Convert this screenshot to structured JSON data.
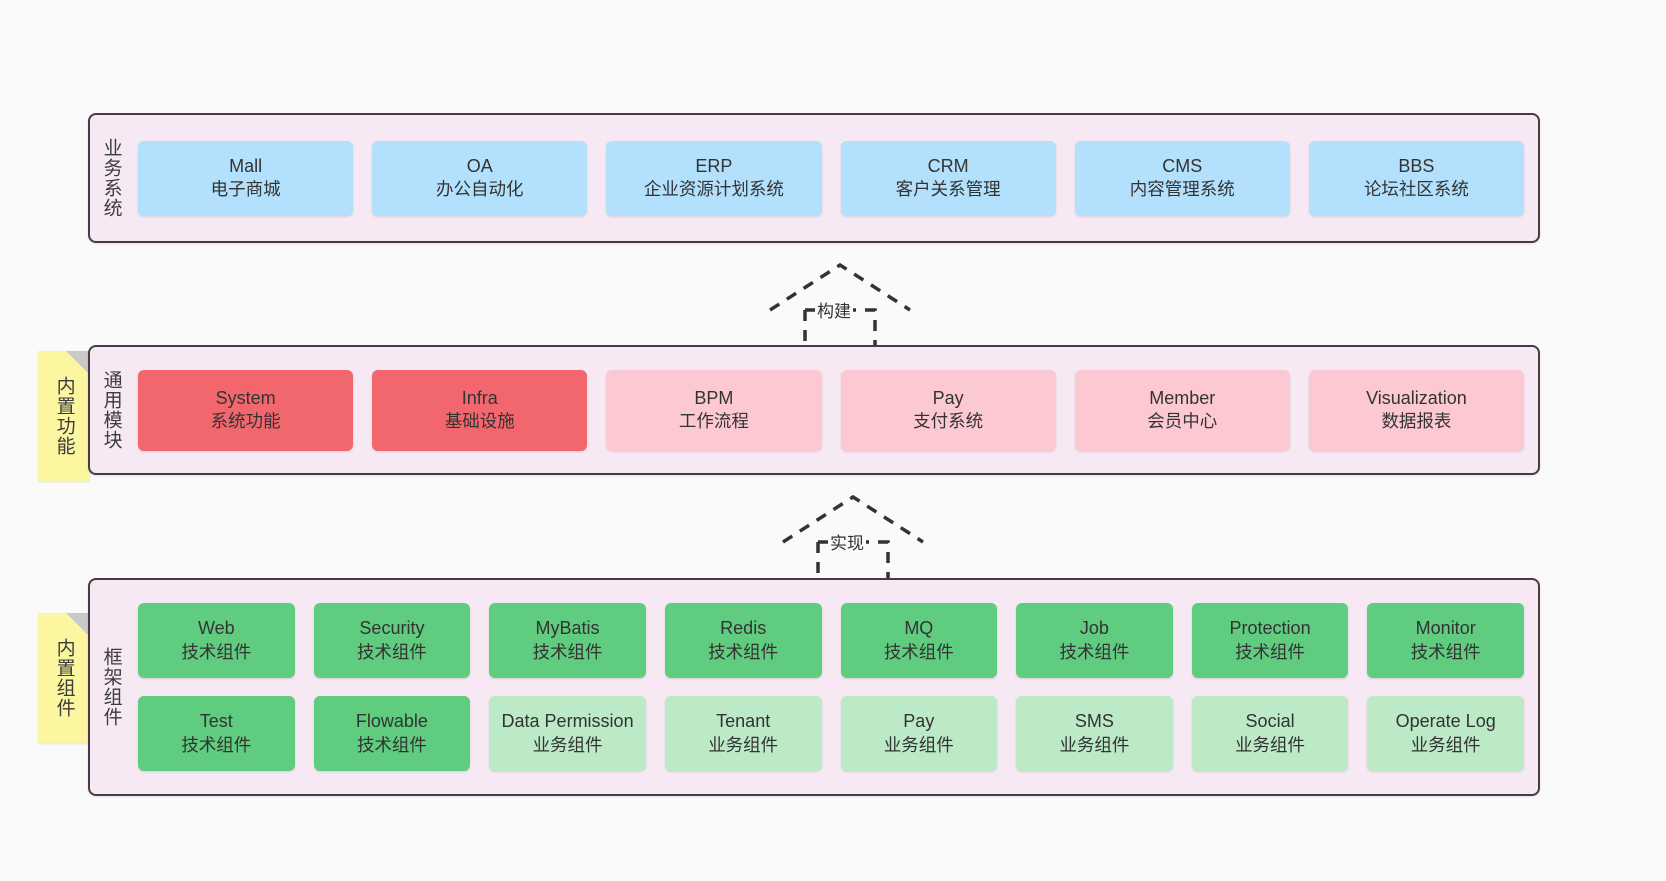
{
  "diagram": {
    "background": "#fafafa",
    "panel_bg": "#f7e9f3",
    "panel_border": "#4a3a45",
    "colors": {
      "business": "#b3e0fc",
      "module_core": "#f2676d",
      "module_ext": "#fcc9d2",
      "tech_component": "#5fcc7f",
      "biz_component": "#bce9c6",
      "note": "#fbf6a0",
      "note_fold": "#c9c9c9"
    }
  },
  "layers": {
    "business": {
      "title": "业务系统",
      "cards": [
        {
          "name": "Mall",
          "desc": "电子商城"
        },
        {
          "name": "OA",
          "desc": "办公自动化"
        },
        {
          "name": "ERP",
          "desc": "企业资源计划系统"
        },
        {
          "name": "CRM",
          "desc": "客户关系管理"
        },
        {
          "name": "CMS",
          "desc": "内容管理系统"
        },
        {
          "name": "BBS",
          "desc": "论坛社区系统"
        }
      ]
    },
    "modules": {
      "title": "通用模块",
      "note": "内置功能",
      "cards": [
        {
          "name": "System",
          "desc": "系统功能",
          "style": "c-red"
        },
        {
          "name": "Infra",
          "desc": "基础设施",
          "style": "c-red"
        },
        {
          "name": "BPM",
          "desc": "工作流程",
          "style": "c-pink"
        },
        {
          "name": "Pay",
          "desc": "支付系统",
          "style": "c-pink"
        },
        {
          "name": "Member",
          "desc": "会员中心",
          "style": "c-pink"
        },
        {
          "name": "Visualization",
          "desc": "数据报表",
          "style": "c-pink"
        }
      ]
    },
    "framework": {
      "title": "框架组件",
      "note": "内置组件",
      "row1": [
        {
          "name": "Web",
          "desc": "技术组件"
        },
        {
          "name": "Security",
          "desc": "技术组件"
        },
        {
          "name": "MyBatis",
          "desc": "技术组件"
        },
        {
          "name": "Redis",
          "desc": "技术组件"
        },
        {
          "name": "MQ",
          "desc": "技术组件"
        },
        {
          "name": "Job",
          "desc": "技术组件"
        },
        {
          "name": "Protection",
          "desc": "技术组件"
        },
        {
          "name": "Monitor",
          "desc": "技术组件"
        }
      ],
      "row2": [
        {
          "name": "Test",
          "desc": "技术组件",
          "style": "c-green"
        },
        {
          "name": "Flowable",
          "desc": "技术组件",
          "style": "c-green"
        },
        {
          "name": "Data Permission",
          "desc": "业务组件",
          "style": "c-lightgreen"
        },
        {
          "name": "Tenant",
          "desc": "业务组件",
          "style": "c-lightgreen"
        },
        {
          "name": "Pay",
          "desc": "业务组件",
          "style": "c-lightgreen"
        },
        {
          "name": "SMS",
          "desc": "业务组件",
          "style": "c-lightgreen"
        },
        {
          "name": "Social",
          "desc": "业务组件",
          "style": "c-lightgreen"
        },
        {
          "name": "Operate Log",
          "desc": "业务组件",
          "style": "c-lightgreen"
        }
      ]
    }
  },
  "connectors": [
    {
      "label": "构建"
    },
    {
      "label": "实现"
    }
  ]
}
